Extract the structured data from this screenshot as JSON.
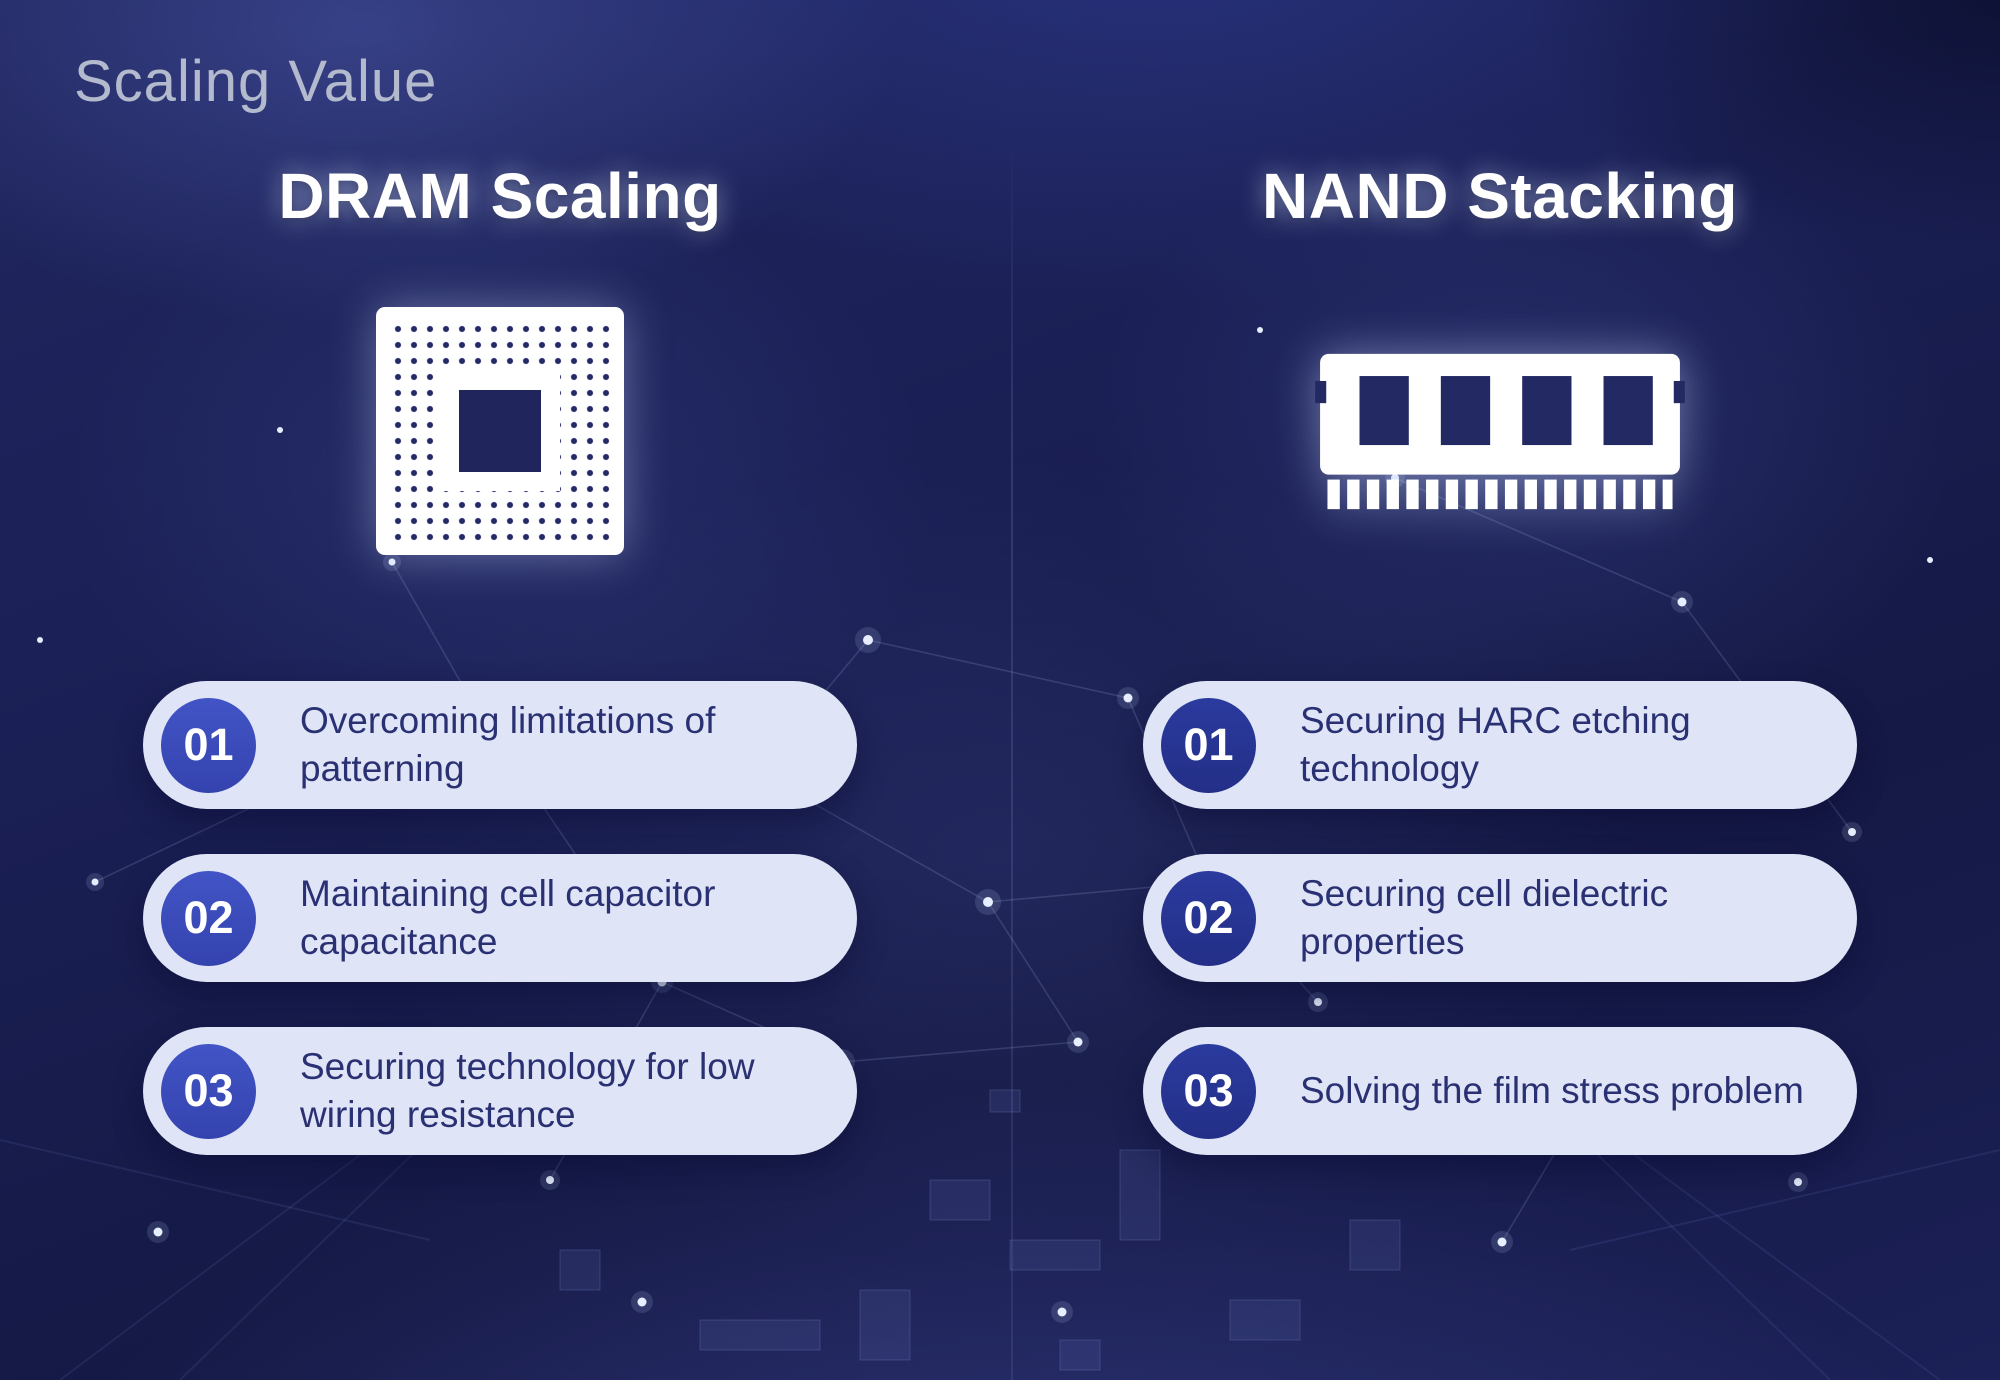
{
  "page": {
    "title": "Scaling Value"
  },
  "columns": [
    {
      "heading": "DRAM Scaling",
      "icon": "cpu-chip-icon",
      "items": [
        {
          "number": "01",
          "text": "Overcoming limitations of patterning"
        },
        {
          "number": "02",
          "text": "Maintaining cell capacitor capacitance"
        },
        {
          "number": "03",
          "text": "Securing technology for low wiring resistance"
        }
      ]
    },
    {
      "heading": "NAND Stacking",
      "icon": "ram-module-icon",
      "items": [
        {
          "number": "01",
          "text": "Securing HARC etching technology"
        },
        {
          "number": "02",
          "text": "Securing cell dielectric properties"
        },
        {
          "number": "03",
          "text": "Solving the film stress problem"
        }
      ]
    }
  ],
  "colors": {
    "title_color": "#b4bacd",
    "heading_color": "#ffffff",
    "pill_bg": "#e0e4f7",
    "pill_text": "#2a3173",
    "badge_left": "#4254c6",
    "badge_right": "#2b3a9e"
  }
}
